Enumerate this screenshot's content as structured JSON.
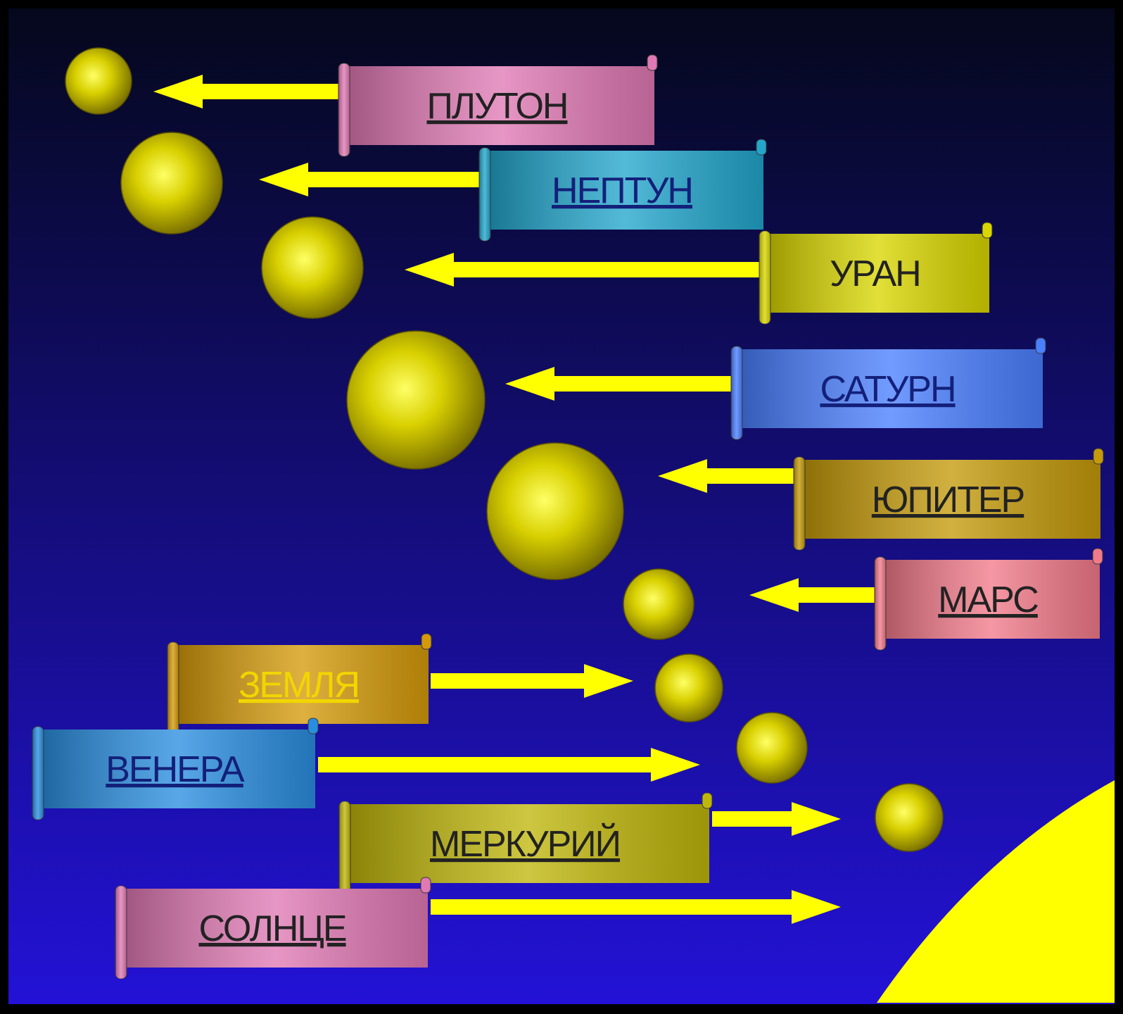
{
  "colors": {
    "background_top": "#05081c",
    "background_bottom": "#2312d6",
    "frame": "#000000",
    "sun": "#ffff00",
    "arrow": "#ffff00",
    "planet_light": "#ffff66",
    "planet_dark": "#7a7000"
  },
  "sun": {
    "name": "СОЛНЦЕ"
  },
  "bodies": [
    {
      "name": "ПЛУТОН",
      "banner_color": "#e079b4",
      "text_color": "#222222",
      "link": true,
      "arrow": "left"
    },
    {
      "name": "НЕПТУН",
      "banner_color": "#22a6cc",
      "text_color": "#13207a",
      "link": true,
      "arrow": "left"
    },
    {
      "name": "УРАН",
      "banner_color": "#d9d600",
      "text_color": "#222222",
      "link": false,
      "arrow": "left"
    },
    {
      "name": "САТУРН",
      "banner_color": "#4a7fff",
      "text_color": "#13207a",
      "link": true,
      "arrow": "left"
    },
    {
      "name": "ЮПИТЕР",
      "banner_color": "#c49a0a",
      "text_color": "#222222",
      "link": true,
      "arrow": "left"
    },
    {
      "name": "МАРС",
      "banner_color": "#f27a8a",
      "text_color": "#222222",
      "link": true,
      "arrow": "left"
    },
    {
      "name": "ЗЕМЛЯ",
      "banner_color": "#d49a0a",
      "text_color": "#f2d600",
      "link": true,
      "arrow": "right"
    },
    {
      "name": "ВЕНЕРА",
      "banner_color": "#2a8ee0",
      "text_color": "#13207a",
      "link": true,
      "arrow": "right"
    },
    {
      "name": "МЕРКУРИЙ",
      "banner_color": "#bfb60a",
      "text_color": "#222222",
      "link": true,
      "arrow": "right"
    },
    {
      "name": "СОЛНЦЕ",
      "banner_color": "#e079b4",
      "text_color": "#222222",
      "link": true,
      "arrow": "right"
    }
  ]
}
